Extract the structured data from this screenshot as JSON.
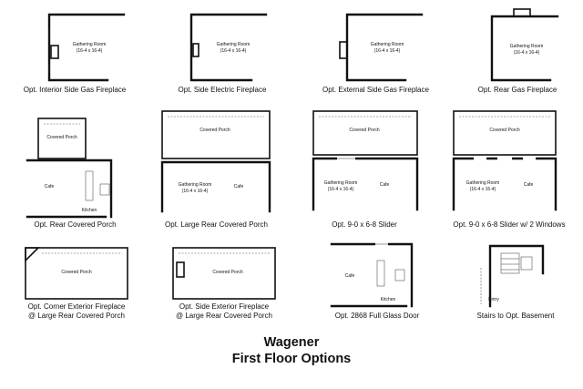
{
  "options": [
    {
      "caption": "Opt. Interior Side Gas Fireplace",
      "room": "Gathering Room",
      "dims": "(16-4 x 16-4)"
    },
    {
      "caption": "Opt. Side Electric Fireplace",
      "room": "Gathering Room",
      "dims": "(16-4 x 16-4)"
    },
    {
      "caption": "Opt. External Side Gas Fireplace",
      "room": "Gathering Room",
      "dims": "(16-4 x 16-4)"
    },
    {
      "caption": "Opt. Rear Gas Fireplace",
      "room": "Gathering Room",
      "dims": "(16-4 x 16-4)"
    },
    {
      "caption": "Opt. Rear Covered Porch",
      "porch": "Covered Porch",
      "cafe": "Cafe",
      "kitchen": "Kitchen"
    },
    {
      "caption": "Opt. Large Rear Covered Porch",
      "porch": "Covered Porch",
      "room": "Gathering Room",
      "dims": "(16-4 x 16-4)",
      "cafe": "Cafe"
    },
    {
      "caption": "Opt. 9-0 x 6-8 Slider",
      "porch": "Covered Porch",
      "room": "Gathering Room",
      "dims": "(16-4 x 16-4)",
      "cafe": "Cafe"
    },
    {
      "caption": "Opt. 9-0 x 6-8 Slider w/ 2 Windows",
      "porch": "Covered Porch",
      "room": "Gathering Room",
      "dims": "(16-4 x 16-4)",
      "cafe": "Cafe"
    },
    {
      "caption_line1": "Opt. Corner Exterior Fireplace",
      "caption_line2": "@ Large Rear Covered Porch",
      "porch": "Covered Porch"
    },
    {
      "caption_line1": "Opt. Side Exterior Fireplace",
      "caption_line2": "@ Large Rear Covered Porch",
      "porch": "Covered Porch"
    },
    {
      "caption": "Opt. 2868 Full Glass Door",
      "cafe": "Cafe",
      "kitchen": "Kitchen"
    },
    {
      "caption": "Stairs to Opt. Basement",
      "entry": "Entry"
    }
  ],
  "title": {
    "line1": "Wagener",
    "line2": "First Floor Options"
  }
}
